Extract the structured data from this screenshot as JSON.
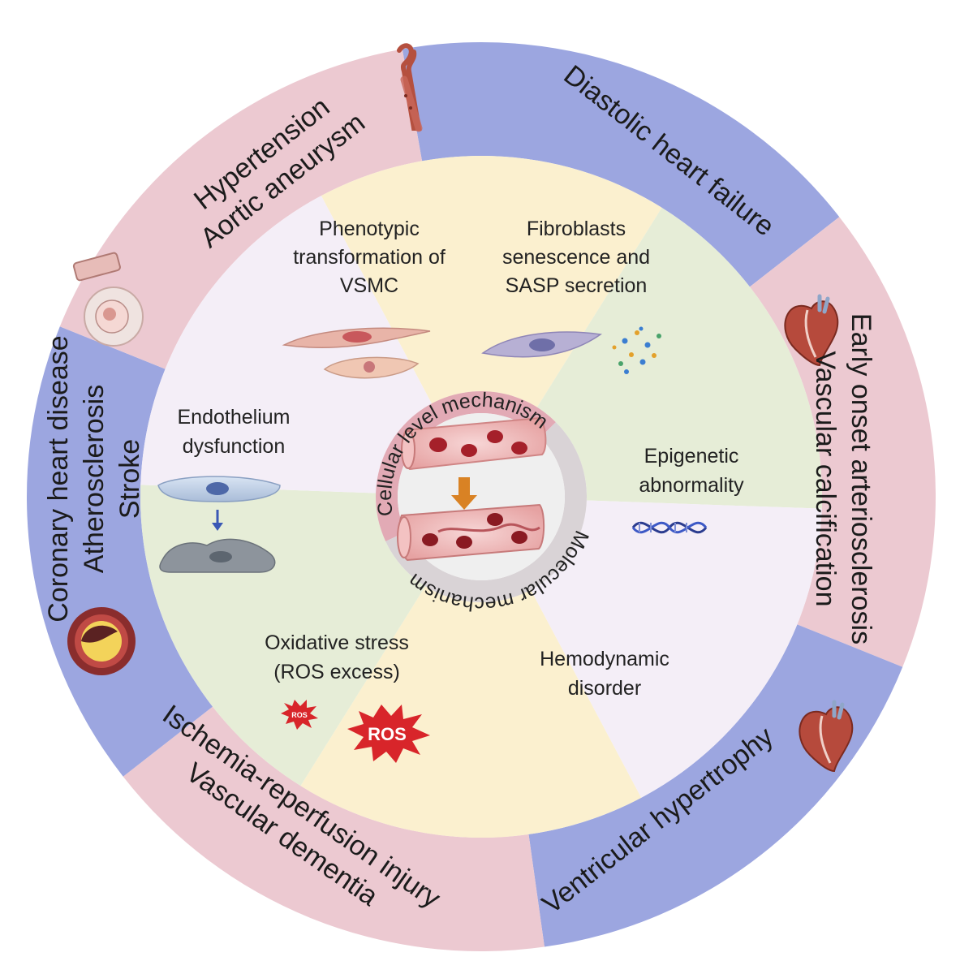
{
  "colors": {
    "outer_blue": "#9ca6e0",
    "outer_pink": "#ecc9d1",
    "mid_yellow": "#fbf0cf",
    "mid_green": "#e6edd7",
    "mid_lavender": "#f4eef7",
    "ring_pink": "#e2aab5",
    "ring_gray": "#d9d3d6",
    "center_fill": "#efefef",
    "ros_red": "#d8252a"
  },
  "outer_segments": [
    {
      "id": "hypertension",
      "lines": [
        "Hypertension",
        "Aortic aneurysm"
      ],
      "color": "blue",
      "icon": "aorta-icon"
    },
    {
      "id": "diastolic",
      "lines": [
        "Diastolic heart failure"
      ],
      "color": "pink",
      "icon": ""
    },
    {
      "id": "arteriosclerosis",
      "lines": [
        "Early onset arteriosclerosis",
        "Vascular calcification"
      ],
      "color": "blue",
      "icon": "heart-icon"
    },
    {
      "id": "ventricular",
      "lines": [
        "Ventricular hypertrophy"
      ],
      "color": "pink",
      "icon": "heart-icon"
    },
    {
      "id": "ischemia",
      "lines": [
        "Ischemia-reperfusion injury",
        "Vascular dementia"
      ],
      "color": "blue",
      "icon": ""
    },
    {
      "id": "coronary",
      "lines": [
        "Coronary heart disease",
        "Atherosclerosis",
        "Stroke"
      ],
      "color": "pink",
      "icon": "plaque-icon"
    }
  ],
  "middle_segments": [
    {
      "id": "vsmc",
      "lines": [
        "Phenotypic",
        "transformation of",
        "VSMC"
      ],
      "icon": "vsmc-cell-icon"
    },
    {
      "id": "fibroblasts",
      "lines": [
        "Fibroblasts",
        "senescence and",
        "SASP secretion"
      ],
      "icon": "fibroblast-icon"
    },
    {
      "id": "epigenetic",
      "lines": [
        "Epigenetic",
        "abnormality"
      ],
      "icon": "dna-icon"
    },
    {
      "id": "hemodynamic",
      "lines": [
        "Hemodynamic",
        "disorder"
      ],
      "icon": ""
    },
    {
      "id": "oxidative",
      "lines": [
        "Oxidative stress",
        "(ROS excess)"
      ],
      "icon": "ros-burst-icon"
    },
    {
      "id": "endothelium",
      "lines": [
        "Endothelium",
        "dysfunction"
      ],
      "icon": "endothelial-cell-icon"
    }
  ],
  "inner_ring": {
    "cellular": "Cellular level mechanism",
    "molecular": "Molecular mechanism"
  },
  "ros_label": "ROS"
}
